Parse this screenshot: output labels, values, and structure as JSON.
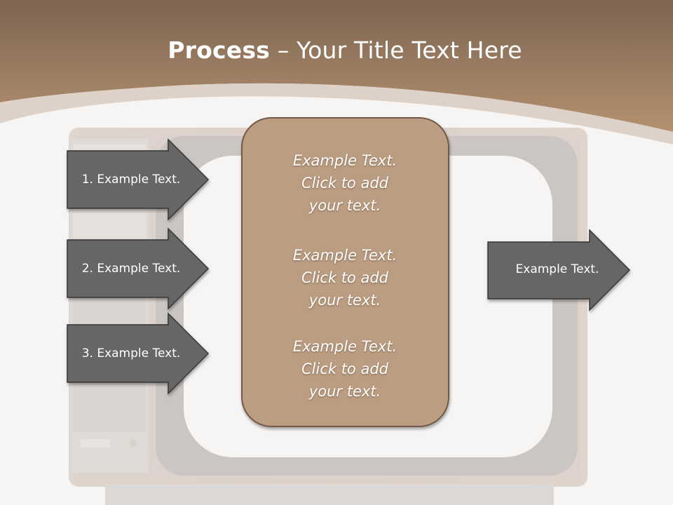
{
  "title": {
    "bold": "Process",
    "rest": " – Your Title Text Here"
  },
  "steps": [
    {
      "label": "1. Example Text."
    },
    {
      "label": "2. Example Text."
    },
    {
      "label": "3. Example Text."
    }
  ],
  "output": {
    "label": "Example Text."
  },
  "panel": {
    "blocks": [
      {
        "line1": "Example Text.",
        "line2": "Click  to add",
        "line3": "your text."
      },
      {
        "line1": "Example Text.",
        "line2": "Click  to add",
        "line3": "your text."
      },
      {
        "line1": "Example Text.",
        "line2": "Click  to add",
        "line3": "your text."
      }
    ]
  },
  "colors": {
    "header_top": "#7d6552",
    "header_bottom": "#b4916f",
    "panel_fill": "#bb9d82",
    "panel_border": "#6f5a48",
    "arrow_fill": "#666666",
    "background": "#f7f5f3"
  }
}
